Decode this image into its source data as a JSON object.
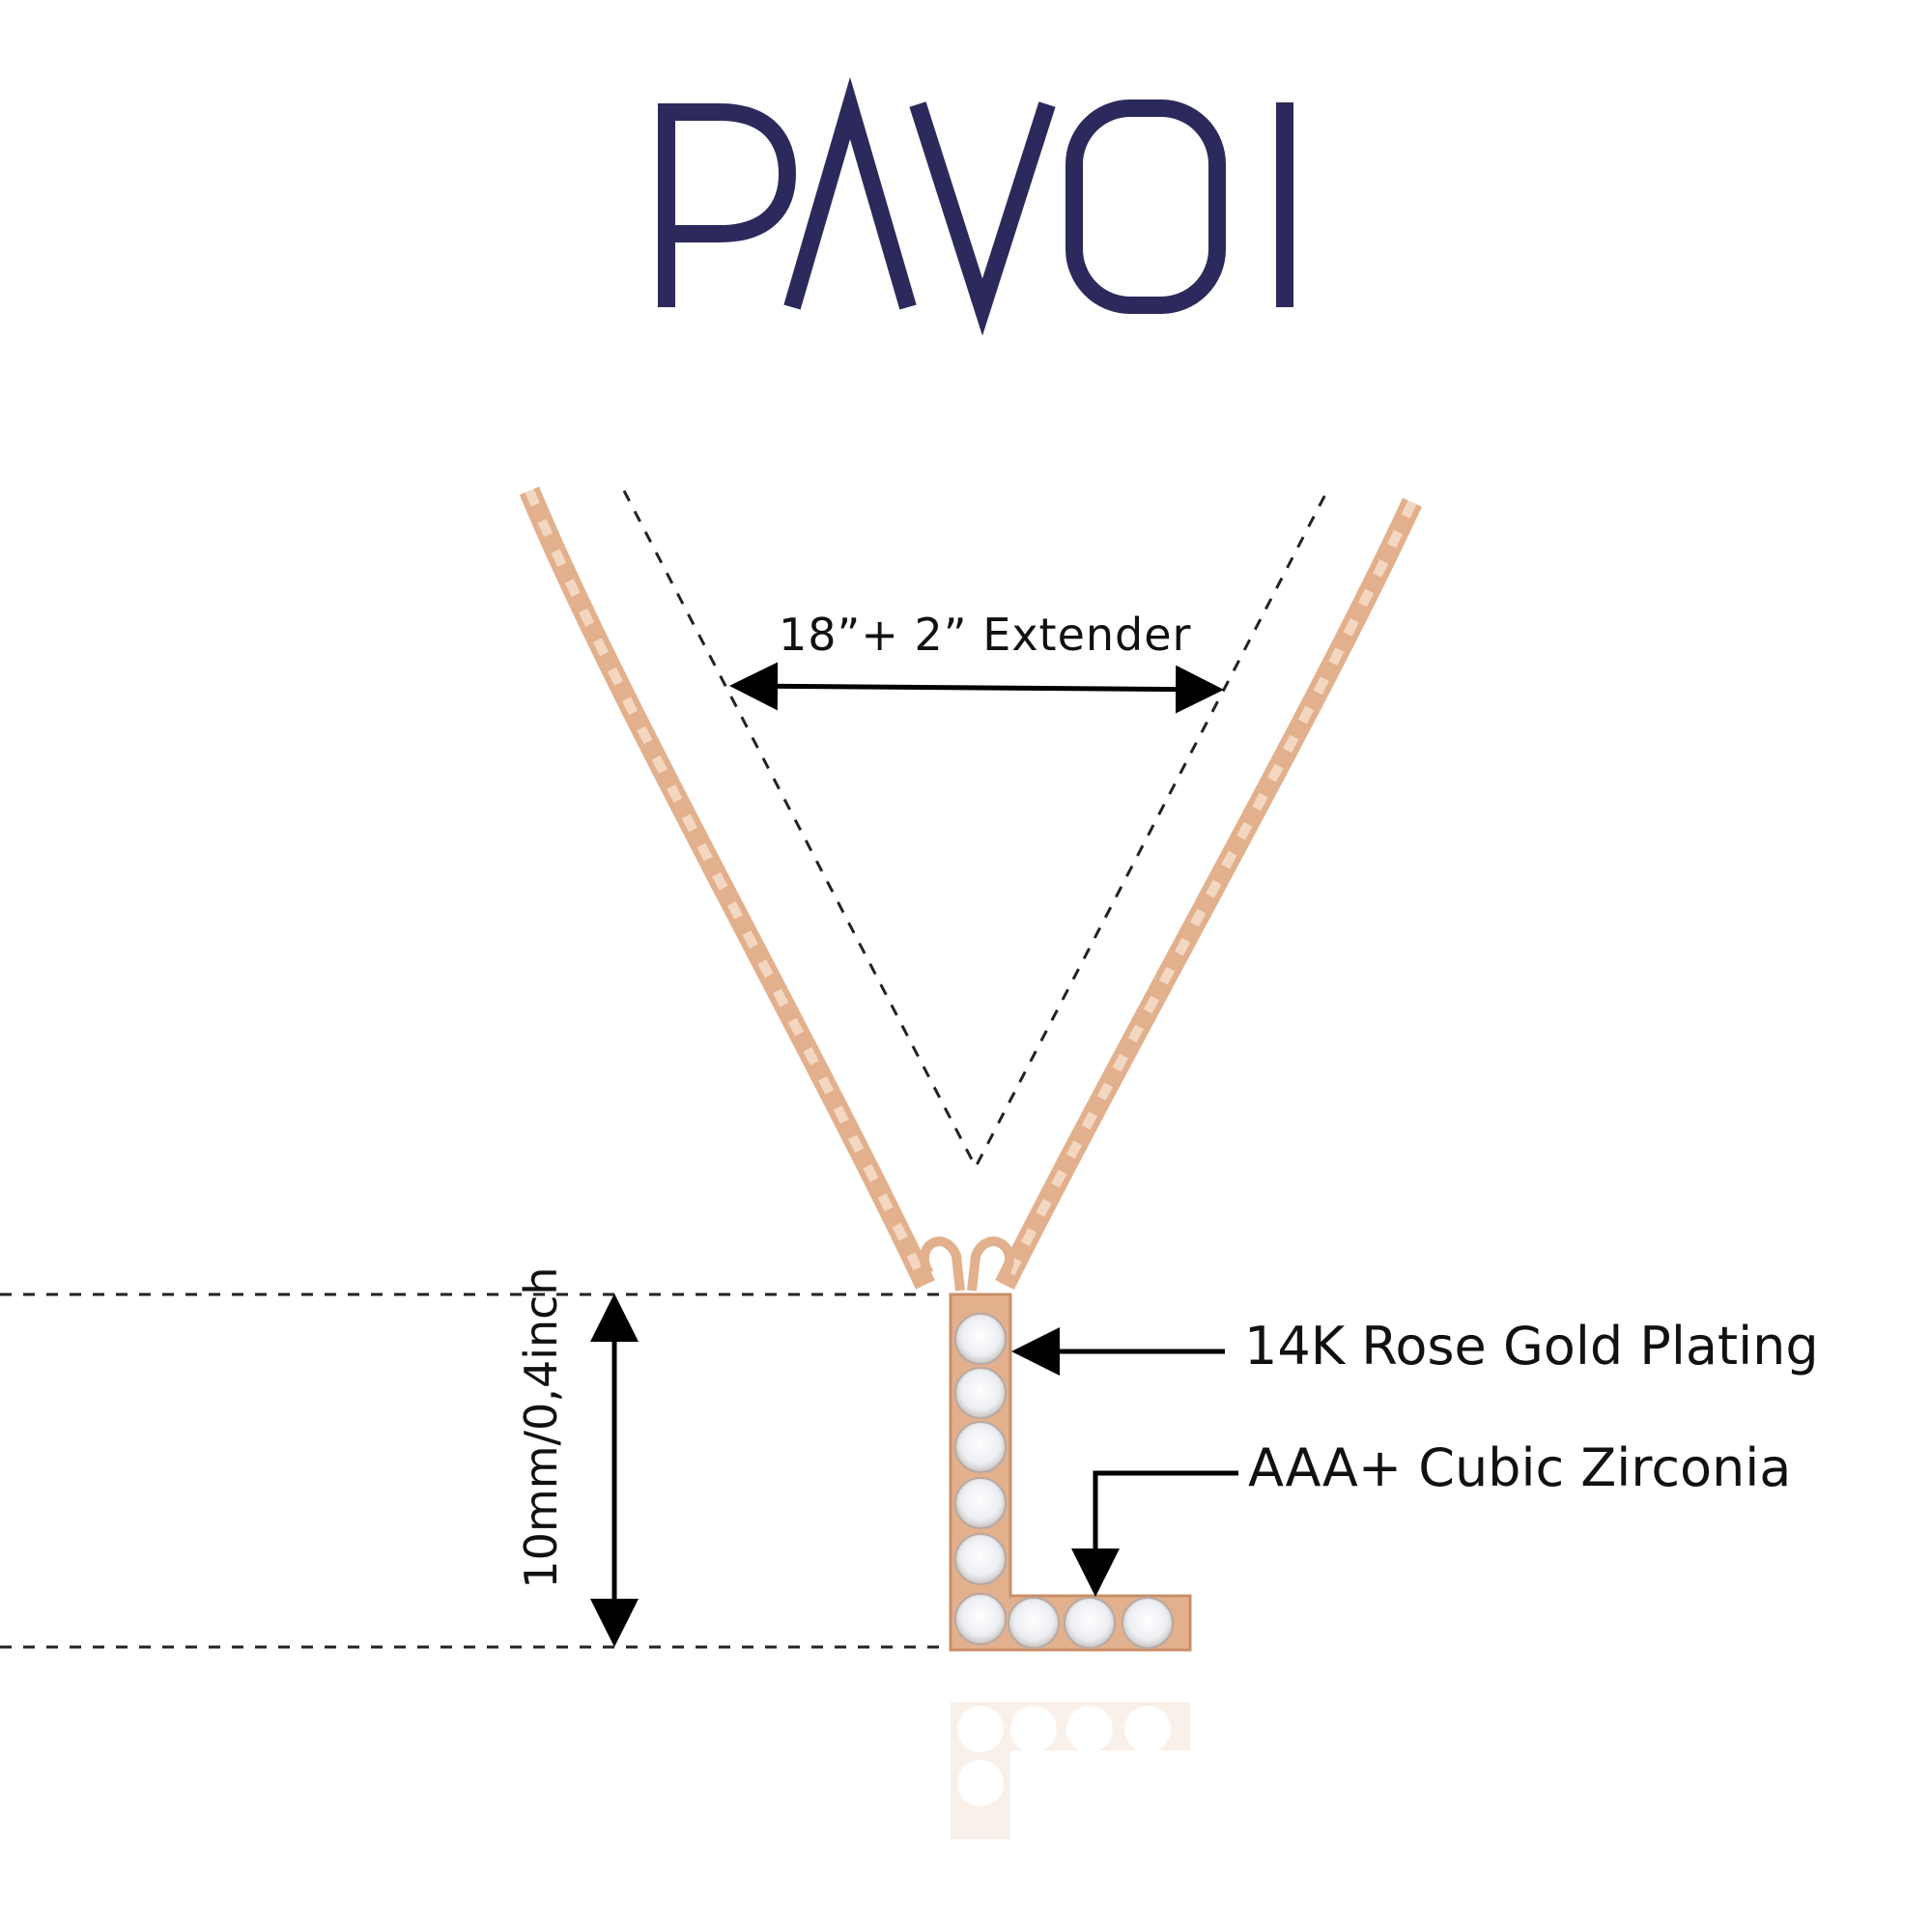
{
  "brand": {
    "logo_text": "PAVOI",
    "logo_color": "#2c2a5c"
  },
  "product": {
    "pendant_letter": "L",
    "metal_color": "#e2b08c",
    "stone_color": "#f4f4f6",
    "stone_count": 9
  },
  "annotations": {
    "chain_length": "18”+ 2” Extender",
    "pendant_height": "10mm/0,4inch",
    "plating": "14K Rose Gold Plating",
    "stones": "AAA+ Cubic Zirconia"
  }
}
